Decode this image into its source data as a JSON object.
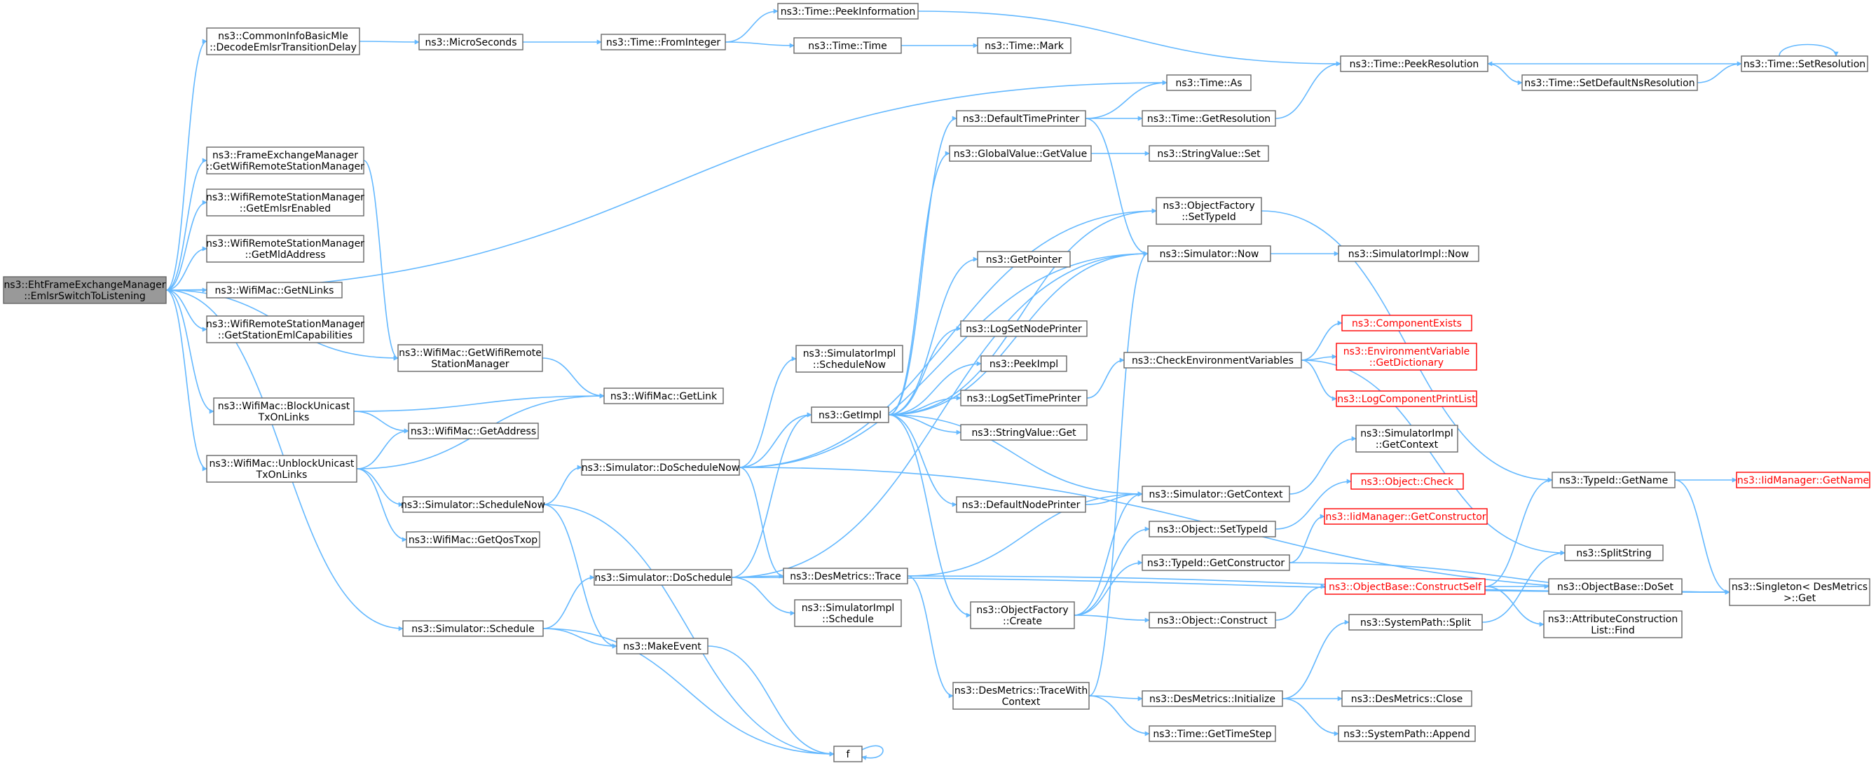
{
  "colors": {
    "edge": "#63b8ff",
    "node_border": "#666666",
    "root_fill": "#999999",
    "truncated_border": "#ff0000",
    "truncated_text": "#ff0000"
  },
  "nodes": {
    "root": {
      "lines": [
        "ns3::EhtFrameExchangeManager",
        "::EmlsrSwitchToListening"
      ],
      "style": "root"
    },
    "decodeEmlsr": {
      "lines": [
        "ns3::CommonInfoBasicMle",
        "::DecodeEmlsrTransitionDelay"
      ]
    },
    "microSeconds": {
      "lines": [
        "ns3::MicroSeconds"
      ]
    },
    "fromInteger": {
      "lines": [
        "ns3::Time::FromInteger"
      ]
    },
    "peekInformation": {
      "lines": [
        "ns3::Time::PeekInformation"
      ]
    },
    "timeTime": {
      "lines": [
        "ns3::Time::Time"
      ]
    },
    "timeMark": {
      "lines": [
        "ns3::Time::Mark"
      ]
    },
    "timeAs": {
      "lines": [
        "ns3::Time::As"
      ]
    },
    "peekResolution": {
      "lines": [
        "ns3::Time::PeekResolution"
      ]
    },
    "setResolution": {
      "lines": [
        "ns3::Time::SetResolution"
      ]
    },
    "setDefaultNsRes": {
      "lines": [
        "ns3::Time::SetDefaultNsResolution"
      ]
    },
    "fxmGetWrsm": {
      "lines": [
        "ns3::FrameExchangeManager",
        "::GetWifiRemoteStationManager"
      ]
    },
    "getEmlsrEnabled": {
      "lines": [
        "ns3::WifiRemoteStationManager",
        "::GetEmlsrEnabled"
      ]
    },
    "getMldAddress": {
      "lines": [
        "ns3::WifiRemoteStationManager",
        "::GetMldAddress"
      ]
    },
    "getNLinks": {
      "lines": [
        "ns3::WifiMac::GetNLinks"
      ]
    },
    "getStationEml": {
      "lines": [
        "ns3::WifiRemoteStationManager",
        "::GetStationEmlCapabilities"
      ]
    },
    "macGetWrsm": {
      "lines": [
        "ns3::WifiMac::GetWifiRemote",
        "StationManager"
      ]
    },
    "getLink": {
      "lines": [
        "ns3::WifiMac::GetLink"
      ]
    },
    "blockUnicast": {
      "lines": [
        "ns3::WifiMac::BlockUnicast",
        "TxOnLinks"
      ]
    },
    "getAddress": {
      "lines": [
        "ns3::WifiMac::GetAddress"
      ]
    },
    "unblockUnicast": {
      "lines": [
        "ns3::WifiMac::UnblockUnicast",
        "TxOnLinks"
      ]
    },
    "scheduleNow": {
      "lines": [
        "ns3::Simulator::ScheduleNow"
      ]
    },
    "getQosTxop": {
      "lines": [
        "ns3::WifiMac::GetQosTxop"
      ]
    },
    "schedule": {
      "lines": [
        "ns3::Simulator::Schedule"
      ]
    },
    "makeEvent": {
      "lines": [
        "ns3::MakeEvent"
      ]
    },
    "f": {
      "lines": [
        "f"
      ]
    },
    "doScheduleNow": {
      "lines": [
        "ns3::Simulator::DoScheduleNow"
      ]
    },
    "doSchedule": {
      "lines": [
        "ns3::Simulator::DoSchedule"
      ]
    },
    "implScheduleNow": {
      "lines": [
        "ns3::SimulatorImpl",
        "::ScheduleNow"
      ]
    },
    "getImpl": {
      "lines": [
        "ns3::GetImpl"
      ]
    },
    "desTrace": {
      "lines": [
        "ns3::DesMetrics::Trace"
      ]
    },
    "implSchedule": {
      "lines": [
        "ns3::SimulatorImpl",
        "::Schedule"
      ]
    },
    "defaultTimePrinter": {
      "lines": [
        "ns3::DefaultTimePrinter"
      ]
    },
    "gvGetValue": {
      "lines": [
        "ns3::GlobalValue::GetValue"
      ]
    },
    "getPointer": {
      "lines": [
        "ns3::GetPointer"
      ]
    },
    "logSetNodePrinter": {
      "lines": [
        "ns3::LogSetNodePrinter"
      ]
    },
    "peekImpl": {
      "lines": [
        "ns3::PeekImpl"
      ]
    },
    "logSetTimePrinter": {
      "lines": [
        "ns3::LogSetTimePrinter"
      ]
    },
    "svGet": {
      "lines": [
        "ns3::StringValue::Get"
      ]
    },
    "defaultNodePrinter": {
      "lines": [
        "ns3::DefaultNodePrinter"
      ]
    },
    "ofCreate": {
      "lines": [
        "ns3::ObjectFactory",
        "::Create"
      ]
    },
    "traceWithContext": {
      "lines": [
        "ns3::DesMetrics::TraceWith",
        "Context"
      ]
    },
    "getResolution": {
      "lines": [
        "ns3::Time::GetResolution"
      ]
    },
    "svSet": {
      "lines": [
        "ns3::StringValue::Set"
      ]
    },
    "ofSetTypeId": {
      "lines": [
        "ns3::ObjectFactory",
        "::SetTypeId"
      ]
    },
    "simNow": {
      "lines": [
        "ns3::Simulator::Now"
      ]
    },
    "implNow": {
      "lines": [
        "ns3::SimulatorImpl::Now"
      ]
    },
    "checkEnv": {
      "lines": [
        "ns3::CheckEnvironmentVariables"
      ]
    },
    "componentExists": {
      "lines": [
        "ns3::ComponentExists"
      ],
      "style": "red"
    },
    "envGetDict": {
      "lines": [
        "ns3::EnvironmentVariable",
        "::GetDictionary"
      ],
      "style": "red"
    },
    "logCompPrint": {
      "lines": [
        "ns3::LogComponentPrintList"
      ],
      "style": "red"
    },
    "implGetContext": {
      "lines": [
        "ns3::SimulatorImpl",
        "::GetContext"
      ]
    },
    "simGetContext": {
      "lines": [
        "ns3::Simulator::GetContext"
      ]
    },
    "objCheck": {
      "lines": [
        "ns3::Object::Check"
      ],
      "style": "red"
    },
    "objSetTypeId": {
      "lines": [
        "ns3::Object::SetTypeId"
      ]
    },
    "iidGetCtor": {
      "lines": [
        "ns3::IidManager::GetConstructor"
      ],
      "style": "red"
    },
    "typeIdGetCtor": {
      "lines": [
        "ns3::TypeId::GetConstructor"
      ]
    },
    "objConstruct": {
      "lines": [
        "ns3::Object::Construct"
      ]
    },
    "constructSelf": {
      "lines": [
        "ns3::ObjectBase::ConstructSelf"
      ],
      "style": "red"
    },
    "doSet": {
      "lines": [
        "ns3::ObjectBase::DoSet"
      ]
    },
    "attrFind": {
      "lines": [
        "ns3::AttributeConstruction",
        "List::Find"
      ]
    },
    "sysSplit": {
      "lines": [
        "ns3::SystemPath::Split"
      ]
    },
    "desInitialize": {
      "lines": [
        "ns3::DesMetrics::Initialize"
      ]
    },
    "desClose": {
      "lines": [
        "ns3::DesMetrics::Close"
      ]
    },
    "sysAppend": {
      "lines": [
        "ns3::SystemPath::Append"
      ]
    },
    "getTimeStep": {
      "lines": [
        "ns3::Time::GetTimeStep"
      ]
    },
    "typeIdGetName": {
      "lines": [
        "ns3::TypeId::GetName"
      ]
    },
    "iidGetName": {
      "lines": [
        "ns3::IidManager::GetName"
      ],
      "style": "red"
    },
    "splitString": {
      "lines": [
        "ns3::SplitString"
      ]
    },
    "singletonGet": {
      "lines": [
        "ns3::Singleton< DesMetrics",
        " >::Get"
      ]
    }
  }
}
